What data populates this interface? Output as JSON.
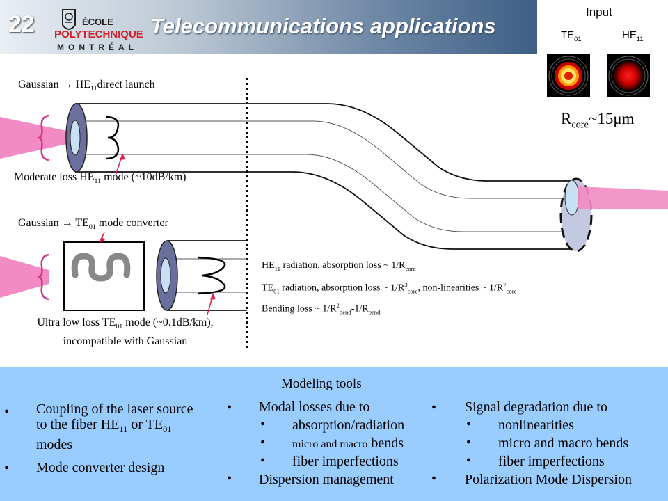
{
  "header": {
    "slide_number": "22",
    "logo": {
      "line1": "ÉCOLE",
      "line2": "POLYTECHNIQUE",
      "line3": "MONTRÉAL"
    },
    "title": "Telecommunications applications"
  },
  "input_panel": {
    "title": "Input",
    "te_label": {
      "main": "TE",
      "sub": "01"
    },
    "he_label": {
      "main": "HE",
      "sub": "11"
    },
    "rcore": {
      "main": "R",
      "sub": "core",
      "rest": "~15μm"
    }
  },
  "diagram": {
    "top_label": {
      "pre": "Gaussian → HE",
      "sub": "11",
      "post": "direct launch"
    },
    "moderate_loss": {
      "pre": "Moderate loss HE",
      "sub": "11",
      "post": " mode (~10dB/km)"
    },
    "converter_label": {
      "pre": "Gaussian → TE",
      "sub": "01",
      "post": " mode converter"
    },
    "ultra_low_loss": {
      "line1_pre": "Ultra low loss TE",
      "line1_sub": "01",
      "line1_post": " mode (~0.1dB/km),",
      "line2": "incompatible with Gaussian"
    },
    "loss_notes": {
      "he": {
        "a": "HE",
        "a_sub": "11",
        "b": " radiation, absorption loss ~ 1/R",
        "b_sub": "core"
      },
      "te": {
        "a": "TE",
        "a_sub": "01",
        "b": " radiation, absorption loss ~ 1/R",
        "b_sup": "3",
        "b_sub": "core",
        "c": ", non-linearities ~ 1/R",
        "c_sup": "7",
        "c_sub": "core"
      },
      "bend": {
        "a": "Bending loss ~ 1/R",
        "a_sup": "2",
        "a_sub": "bend",
        "b": "-1/R",
        "b_sub": "bend"
      }
    }
  },
  "bottom": {
    "heading": "Modeling tools",
    "col1": {
      "item1_line1": "Coupling of the laser source",
      "item1_line2": "to the fiber HE",
      "item1_sub1": "11",
      "item1_mid": " or TE",
      "item1_sub2": "01",
      "item1_line3": "modes",
      "item2": "Mode converter design"
    },
    "col2": {
      "item1": "Modal losses due to",
      "sub1": "absorption/radiation",
      "sub2_small": "micro and macro",
      "sub2_rest": " bends",
      "sub3": "fiber imperfections",
      "item2": "Dispersion management"
    },
    "col3": {
      "item1": "Signal degradation due to",
      "sub1": "nonlinearities",
      "sub2": "micro and macro bends",
      "sub3": "fiber imperfections",
      "item2": "Polarization Mode Dispersion"
    },
    "bullet": "•"
  },
  "colors": {
    "pink": "#f28bc4",
    "fiber_end": "#6a6f9e",
    "panel": "#99ccff",
    "red_arrow": "#e0204a"
  }
}
